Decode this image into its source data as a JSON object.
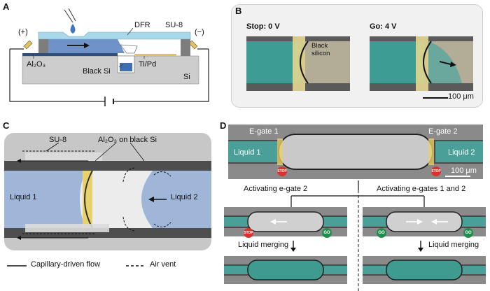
{
  "panels": {
    "a": "A",
    "b": "B",
    "c": "C",
    "d": "D"
  },
  "panel_a": {
    "plus": "(+)",
    "minus": "(−)",
    "dfr": "DFR",
    "su8": "SU-8",
    "al2o3": "Al₂O₃",
    "black_si": "Black Si",
    "tipd": "Ti/Pd",
    "si": "Si"
  },
  "panel_b": {
    "stop": "Stop: 0 V",
    "go": "Go: 4 V",
    "black_silicon": "Black\nsilicon",
    "scale": "100 μm"
  },
  "panel_c": {
    "su8": "SU-8",
    "al2o3_on_black_si": "Al₂O₃ on black Si",
    "liquid1": "Liquid 1",
    "liquid2": "Liquid 2",
    "legend_solid": "Capillary-driven flow",
    "legend_dashed": "Air vent"
  },
  "panel_d": {
    "egate1": "E-gate 1",
    "egate2": "E-gate 2",
    "liquid1": "Liquid 1",
    "liquid2": "Liquid 2",
    "scale": "100 μm",
    "stop_badge": "STOP",
    "go_badge": "GO",
    "activating_2": "Activating e-gate 2",
    "activating_12": "Activating e-gates 1 and 2",
    "merge_left": "Liquid merging",
    "merge_right": "Liquid merging"
  },
  "colors": {
    "dfr": "#a8d8ea",
    "liquid": "#6f92c8",
    "si": "#c9c9c9",
    "gold": "#e9d16b",
    "teal": "#3f9a8f",
    "stop": "#d8342f",
    "go": "#1f8f4d"
  }
}
